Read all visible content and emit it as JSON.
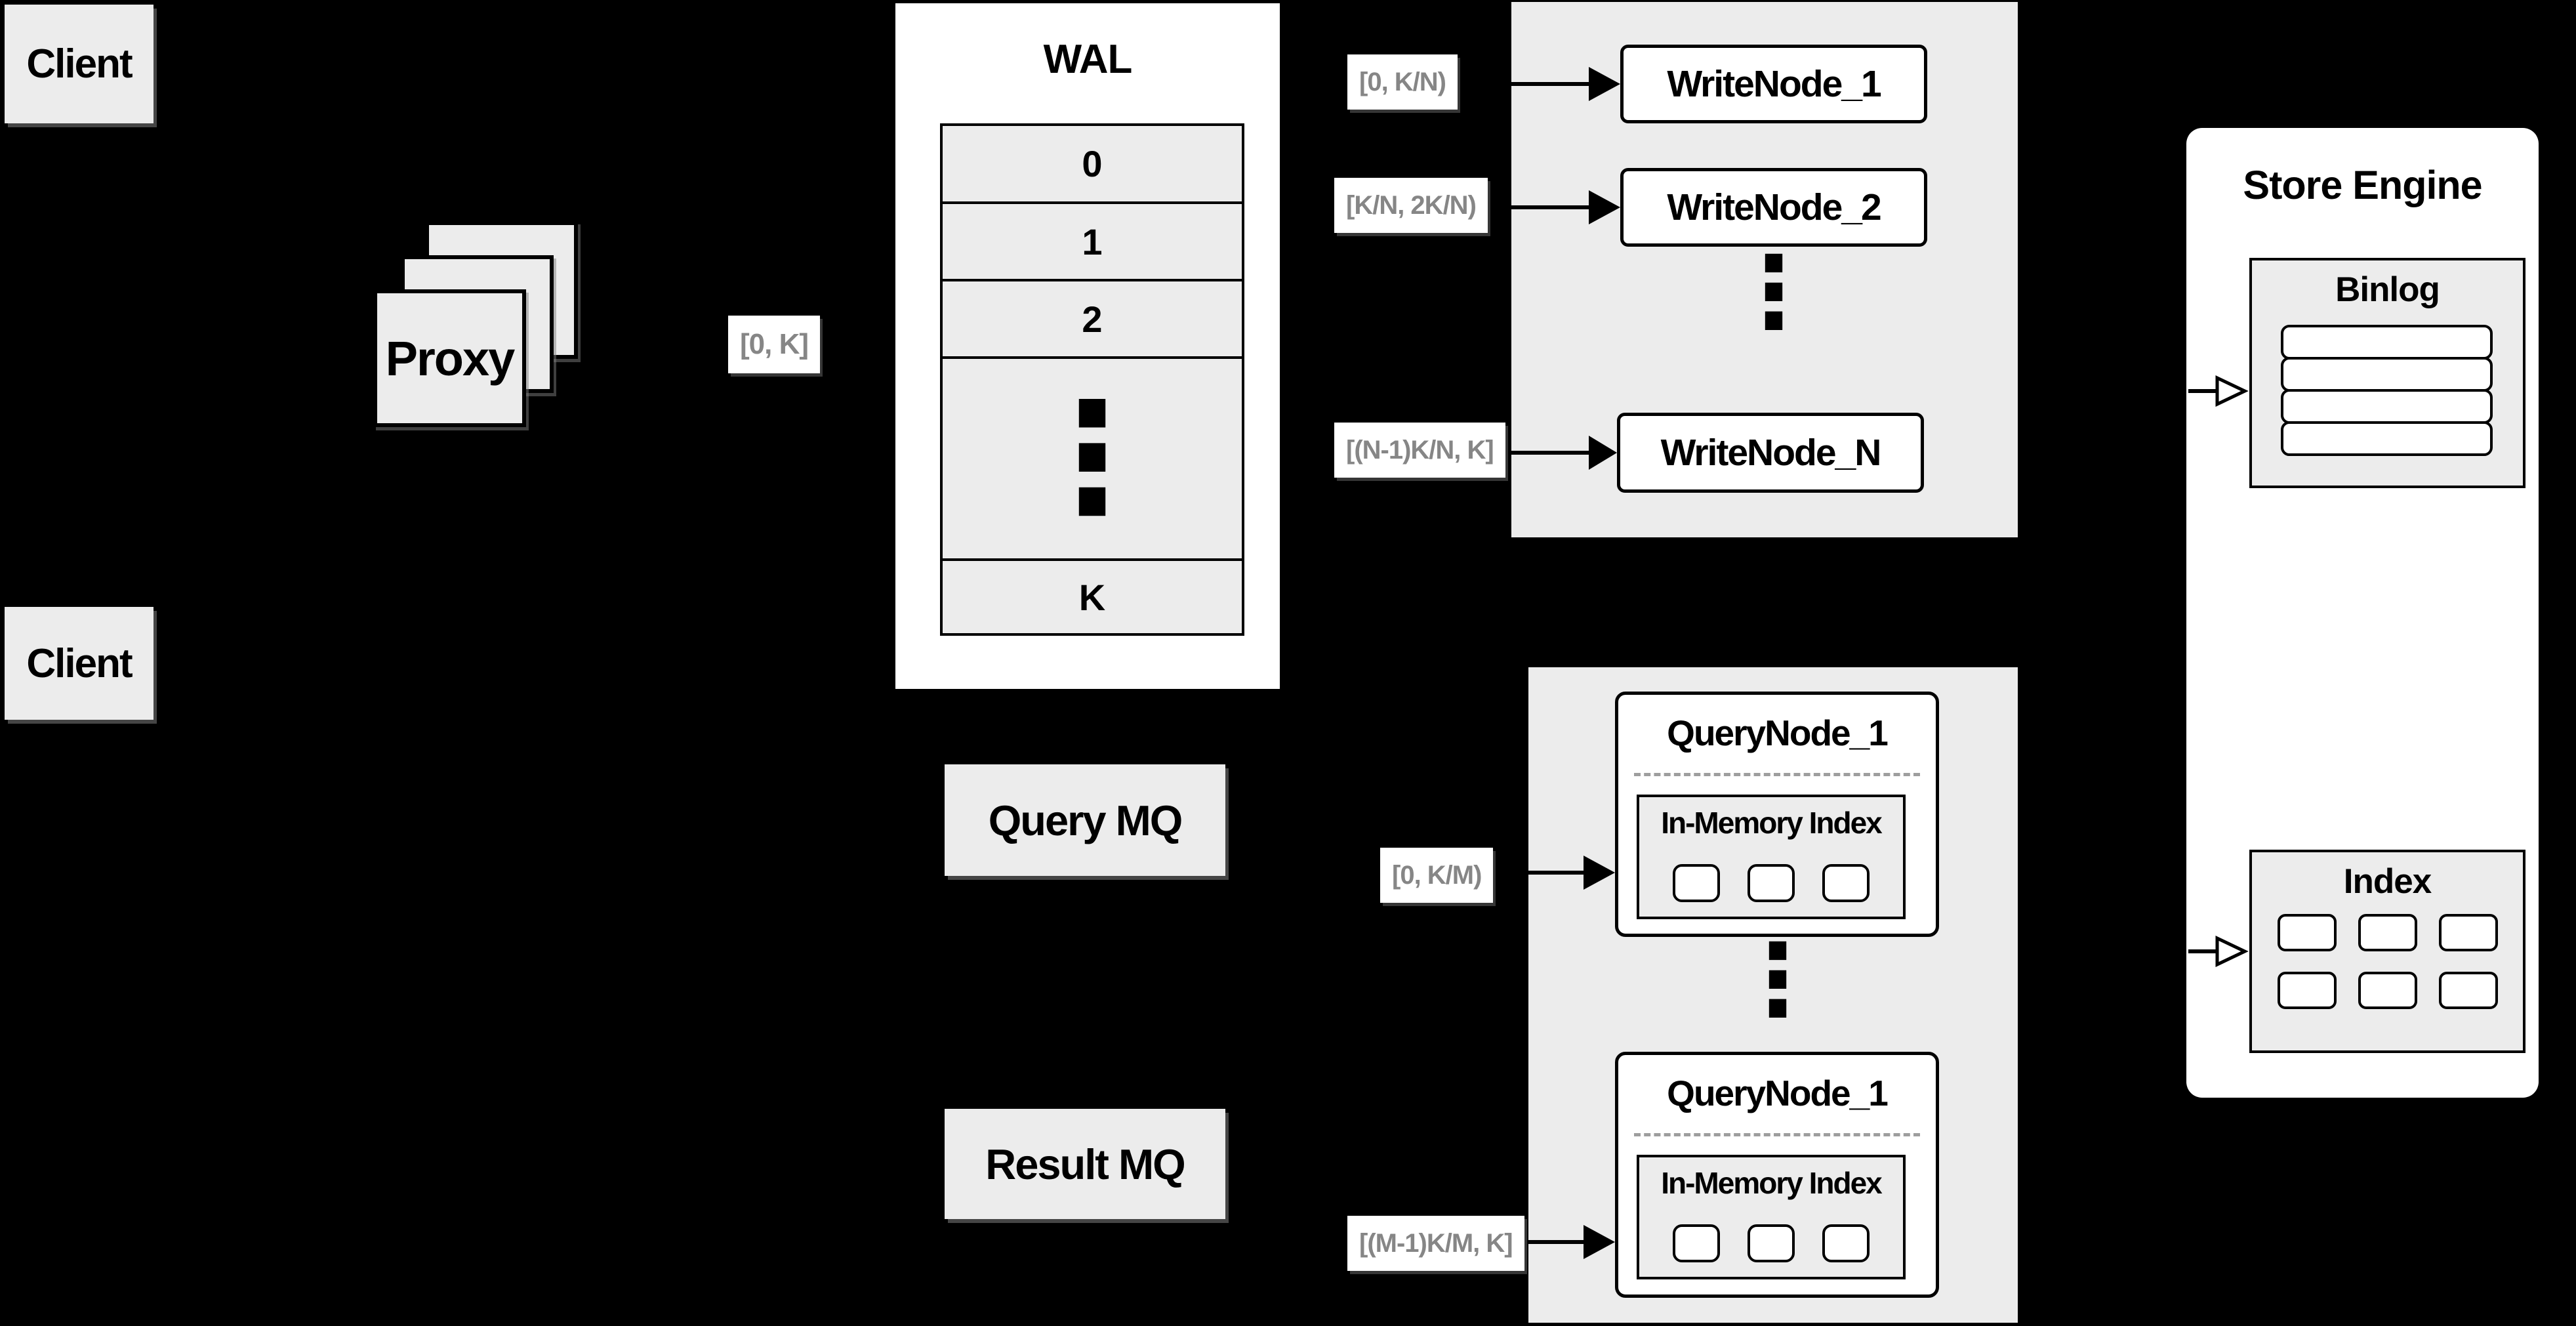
{
  "colors": {
    "background": "#000000",
    "panel_gray": "#ececec",
    "box_white": "#ffffff",
    "line_black": "#000000",
    "range_label_text": "#868686",
    "divider_dash": "#9e9e9e"
  },
  "client_top": {
    "label": "Client"
  },
  "client_bottom": {
    "label": "Client"
  },
  "proxy": {
    "label": "Proxy",
    "range_label": "[0, K]"
  },
  "wal": {
    "title": "WAL",
    "rows": [
      "0",
      "1",
      "2",
      "K"
    ],
    "ellipsis": "⋮"
  },
  "write_group": {
    "ellipsis": "⋮",
    "nodes": [
      {
        "label": "WriteNode_1",
        "range": "[0, K/N)"
      },
      {
        "label": "WriteNode_2",
        "range": "[K/N, 2K/N)"
      },
      {
        "label": "WriteNode_N",
        "range": "[(N-1)K/N, K]"
      }
    ]
  },
  "query_mq": {
    "label": "Query MQ"
  },
  "result_mq": {
    "label": "Result MQ"
  },
  "query_group": {
    "ellipsis": "⋮",
    "nodes": [
      {
        "title": "QueryNode_1",
        "index_title": "In-Memory Index",
        "range": "[0, K/M)"
      },
      {
        "title": "QueryNode_1",
        "index_title": "In-Memory Index",
        "range": "[(M-1)K/M, K]"
      }
    ]
  },
  "store_engine": {
    "title": "Store Engine",
    "binlog_title": "Binlog",
    "index_title": "Index"
  }
}
